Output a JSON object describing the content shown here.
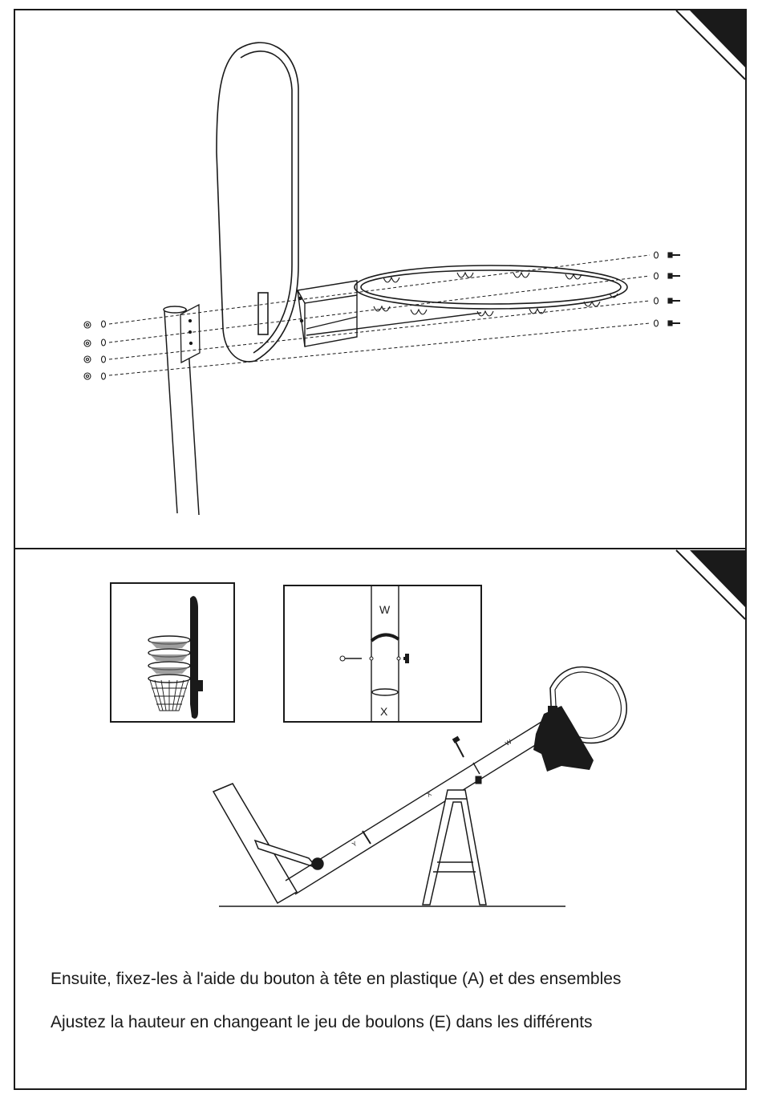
{
  "steps": [
    {
      "corner": "step-corner-tab",
      "figure": "backboard-rim-pole-assembly",
      "icons": [
        "bolt-icon",
        "nut-icon",
        "washer-icon"
      ]
    },
    {
      "corner": "step-corner-tab",
      "figure": "height-adjustment",
      "inset_right": {
        "label_top": "W",
        "label_bottom": "X"
      },
      "pole_labels": [
        "W",
        "X",
        "Y"
      ]
    }
  ],
  "captions": [
    "Ensuite, fixez-les à l'aide du bouton à tête en plastique (A) et des ensembles",
    "Ajustez la hauteur en changeant le jeu de boulons (E)  dans les différents"
  ],
  "colors": {
    "ink": "#1a1a1a",
    "paper": "#ffffff"
  }
}
